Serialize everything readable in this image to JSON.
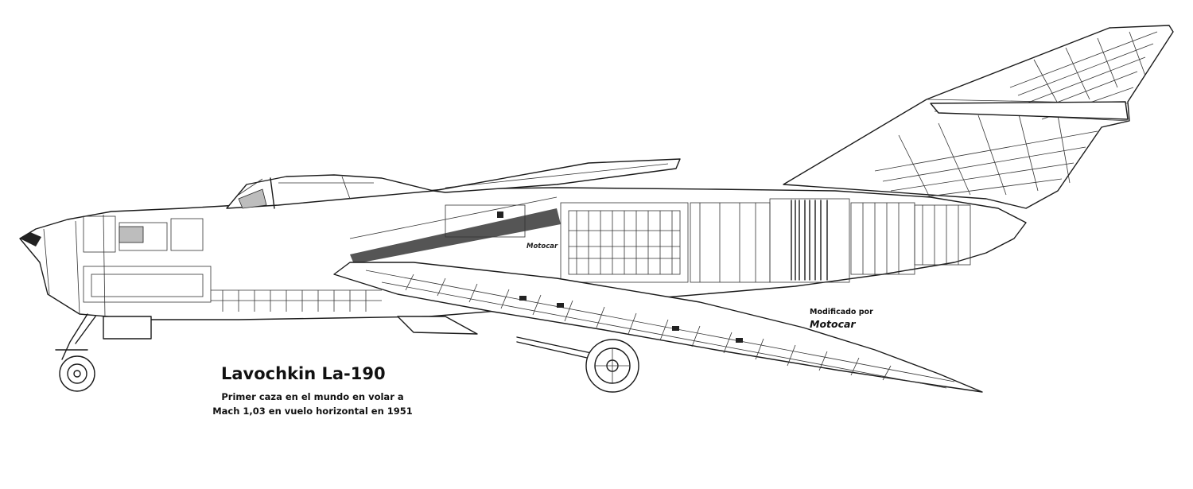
{
  "caption": {
    "title": "Lavochkin La-190",
    "subtitle_line1": "Primer caza en el mundo en volar a",
    "subtitle_line2": "Mach 1,03 en vuelo horizontal en 1951"
  },
  "credit": {
    "modified_by": "Modificado por",
    "author": "Motocar"
  },
  "watermark": {
    "text": "Motocar"
  }
}
